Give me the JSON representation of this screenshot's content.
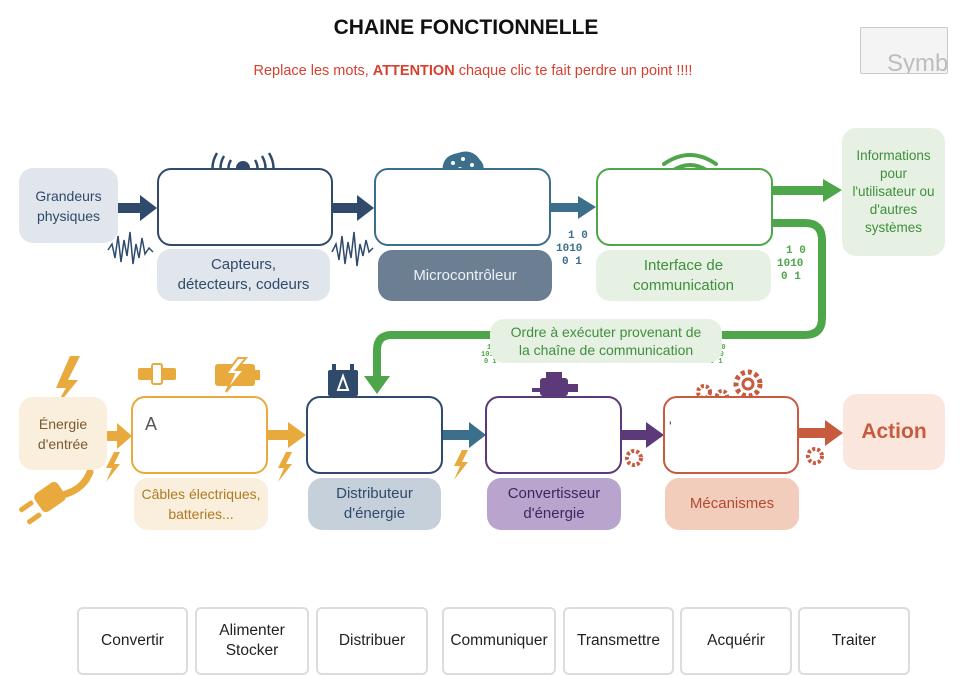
{
  "header": {
    "title": "CHAINE FONCTIONNELLE",
    "instruction_before": "Replace les mots, ",
    "instruction_strong": "ATTENTION",
    "instruction_after": " chaque clic te fait perdre un point !!!!",
    "symbols_button": "Symb"
  },
  "colors": {
    "navy": "#2f4a6b",
    "teal": "#3b6f8c",
    "green": "#4ea64b",
    "orange": "#e8a93d",
    "grey_blue": "#5f7488",
    "purple": "#5c3a7a",
    "red": "#c85a3e",
    "instruction_red": "#d7402e"
  },
  "information_chain": {
    "input": "Grandeurs\nphysiques",
    "blocks": [
      {
        "label": "Capteurs,\ndétecteurs, codeurs",
        "icon": "radio-signal-icon"
      },
      {
        "label": "Microcontrôleur",
        "icon": "chip-brain-icon"
      },
      {
        "label": "Interface de\ncommunication",
        "icon": "wifi-icon"
      }
    ],
    "output": "Informations\npour\nl'utilisateur ou\nd'autres\nsystèmes",
    "binary": "1 0\n1010\n0 1"
  },
  "order_link": {
    "label": "Ordre à exécuter provenant de\nla chaîne de communication"
  },
  "energy_chain": {
    "input": "Énergie\nd'entrée",
    "blocks": [
      {
        "label": "Câbles électriques,\nbatteries...",
        "icon": "battery-cable-icon",
        "stray_text": "A"
      },
      {
        "label": "Distributeur\nd'énergie",
        "icon": "distributor-box-icon"
      },
      {
        "label": "Convertisseur\nd'énergie",
        "icon": "motor-icon"
      },
      {
        "label": "Mécanismes",
        "icon": "gears-icon",
        "stray_text": "'"
      }
    ],
    "output": "Action"
  },
  "word_bank": [
    "Convertir",
    "Alimenter\nStocker",
    "Distribuer",
    "Communiquer",
    "Transmettre",
    "Acquérir",
    "Traiter"
  ]
}
